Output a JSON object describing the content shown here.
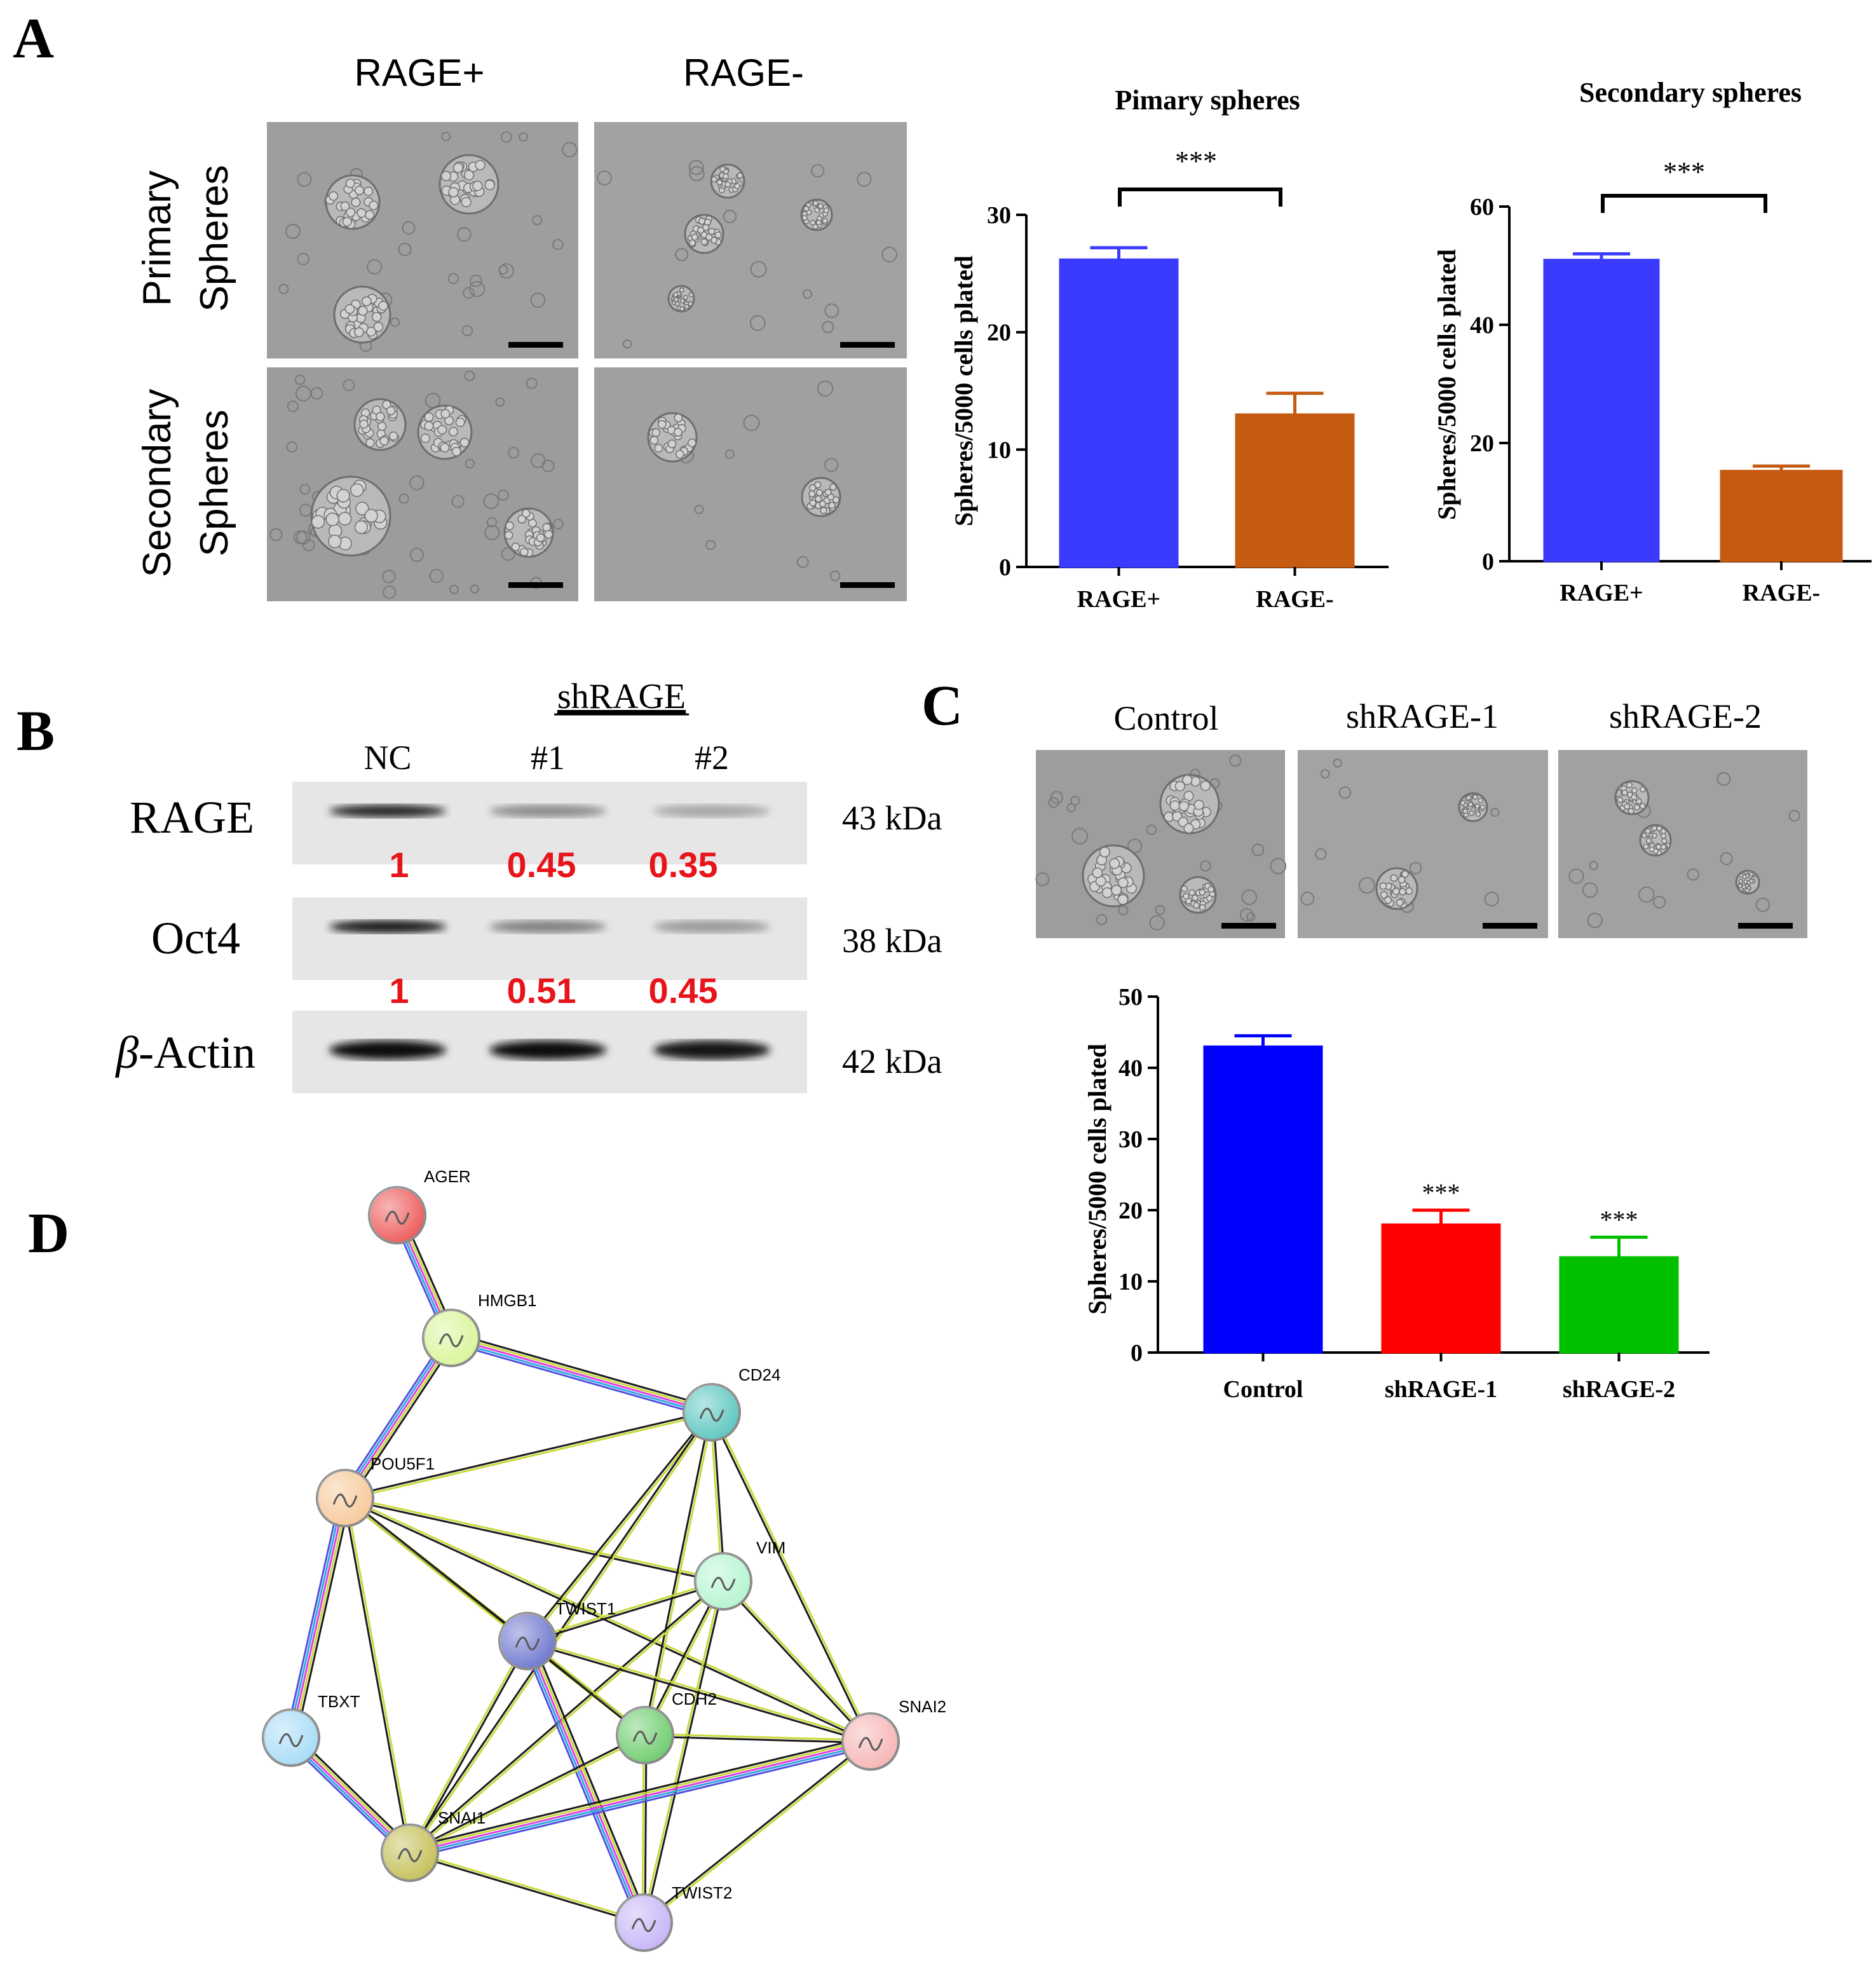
{
  "panel_labels": {
    "a": "A",
    "b": "B",
    "c": "C",
    "d": "D"
  },
  "panel_a": {
    "col_headers": [
      "RAGE+",
      "RAGE-"
    ],
    "row_labels": [
      [
        "Primary",
        "Spheres"
      ],
      [
        "Secondary",
        "Spheres"
      ]
    ]
  },
  "panel_b": {
    "group_label": "shRAGE",
    "lane_labels": [
      "NC",
      "#1",
      "#2"
    ],
    "bands": [
      {
        "protein": "RAGE",
        "size": "43 kDa",
        "ratios": [
          "1",
          "0.45",
          "0.35"
        ],
        "intensity": [
          0.85,
          0.45,
          0.35
        ]
      },
      {
        "protein": "Oct4",
        "size": "38 kDa",
        "ratios": [
          "1",
          "0.51",
          "0.45"
        ],
        "intensity": [
          0.9,
          0.5,
          0.4
        ]
      },
      {
        "protein_greek": "β",
        "protein_rest": "-Actin",
        "size": "42 kDa",
        "ratios": [],
        "intensity": [
          0.95,
          0.95,
          0.9
        ]
      }
    ],
    "ratio_color": "#e8141b"
  },
  "panel_c": {
    "col_headers": [
      "Control",
      "shRAGE-1",
      "shRAGE-2"
    ]
  },
  "chart_data": [
    {
      "type": "bar",
      "title": "Pimary spheres",
      "categories": [
        "RAGE+",
        "RAGE-"
      ],
      "values": [
        26.2,
        13.0
      ],
      "errors": [
        1.0,
        1.8
      ],
      "colors": [
        "#3b3bff",
        "#c55a11"
      ],
      "ylabel": "Spheres/5000 cells plated",
      "ylim": [
        0,
        30
      ],
      "yticks": [
        0,
        10,
        20,
        30
      ],
      "significance": "***"
    },
    {
      "type": "bar",
      "title": "Secondary spheres",
      "categories": [
        "RAGE+",
        "RAGE-"
      ],
      "values": [
        51.0,
        15.3
      ],
      "errors": [
        1.0,
        0.8
      ],
      "colors": [
        "#3b3bff",
        "#c55a11"
      ],
      "ylabel": "Spheres/5000 cells plated",
      "ylim": [
        0,
        60
      ],
      "yticks": [
        0,
        20,
        40,
        60
      ],
      "significance": "***"
    },
    {
      "type": "bar",
      "title": "",
      "categories": [
        "Control",
        "shRAGE-1",
        "shRAGE-2"
      ],
      "values": [
        43.0,
        18.0,
        13.4
      ],
      "errors": [
        1.5,
        2.0,
        2.8
      ],
      "colors": [
        "#0000ff",
        "#ff0000",
        "#00c000"
      ],
      "ylabel": "Spheres/5000 cells plated",
      "ylim": [
        0,
        50
      ],
      "yticks": [
        0,
        10,
        20,
        30,
        40,
        50
      ],
      "marks": [
        "",
        "***",
        "***"
      ]
    }
  ],
  "network": {
    "nodes": [
      {
        "id": "AGER",
        "color": "#ee5c5c"
      },
      {
        "id": "HMGB1",
        "color": "#d9f59a"
      },
      {
        "id": "CD24",
        "color": "#5ec7c0"
      },
      {
        "id": "POU5F1",
        "color": "#f7c99a"
      },
      {
        "id": "VIM",
        "color": "#b5f5d0"
      },
      {
        "id": "TWIST1",
        "color": "#6f79cf"
      },
      {
        "id": "TBXT",
        "color": "#a8dcf7"
      },
      {
        "id": "CDH2",
        "color": "#6fcd6f"
      },
      {
        "id": "SNAI2",
        "color": "#f7b5b5"
      },
      {
        "id": "SNAI1",
        "color": "#c5c05a"
      },
      {
        "id": "TWIST2",
        "color": "#c7b5f7"
      }
    ],
    "edges": [
      [
        "AGER",
        "HMGB1"
      ],
      [
        "HMGB1",
        "POU5F1"
      ],
      [
        "HMGB1",
        "CD24"
      ],
      [
        "POU5F1",
        "CD24"
      ],
      [
        "POU5F1",
        "VIM"
      ],
      [
        "POU5F1",
        "TWIST1"
      ],
      [
        "POU5F1",
        "TBXT"
      ],
      [
        "POU5F1",
        "SNAI1"
      ],
      [
        "POU5F1",
        "SNAI2"
      ],
      [
        "POU5F1",
        "CDH2"
      ],
      [
        "CD24",
        "TWIST1"
      ],
      [
        "CD24",
        "CDH2"
      ],
      [
        "CD24",
        "VIM"
      ],
      [
        "CD24",
        "SNAI2"
      ],
      [
        "CD24",
        "SNAI1"
      ],
      [
        "VIM",
        "TWIST1"
      ],
      [
        "VIM",
        "CDH2"
      ],
      [
        "VIM",
        "SNAI1"
      ],
      [
        "VIM",
        "TWIST2"
      ],
      [
        "VIM",
        "SNAI2"
      ],
      [
        "TWIST1",
        "CDH2"
      ],
      [
        "TWIST1",
        "SNAI1"
      ],
      [
        "TWIST1",
        "TWIST2"
      ],
      [
        "TWIST1",
        "SNAI2"
      ],
      [
        "TBXT",
        "SNAI1"
      ],
      [
        "CDH2",
        "SNAI1"
      ],
      [
        "CDH2",
        "SNAI2"
      ],
      [
        "CDH2",
        "TWIST2"
      ],
      [
        "SNAI1",
        "SNAI2"
      ],
      [
        "SNAI1",
        "TWIST2"
      ],
      [
        "TWIST2",
        "SNAI2"
      ]
    ],
    "edge_colors": [
      "#1b1b1b",
      "#c9d93a",
      "#e040e0",
      "#2fa8e0",
      "#5050e0"
    ]
  }
}
